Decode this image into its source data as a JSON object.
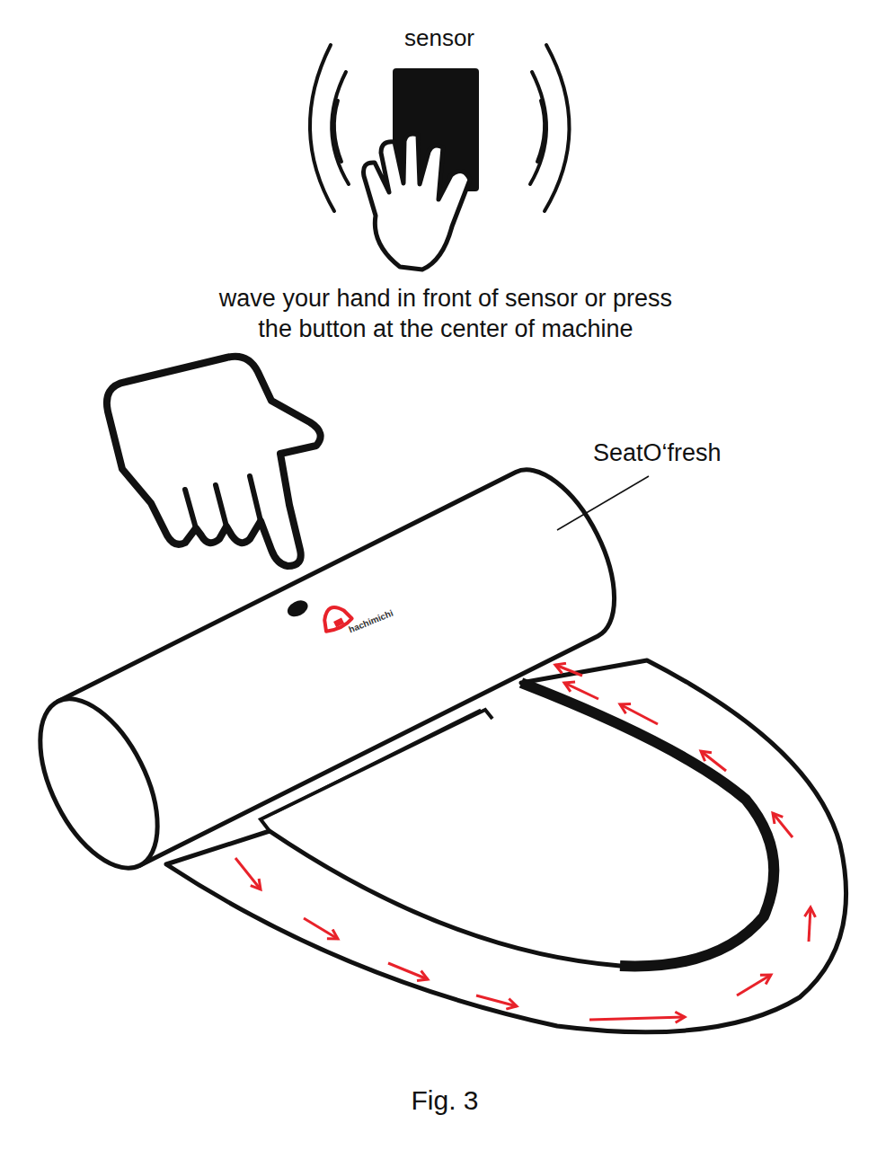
{
  "diagram": {
    "caption": "Fig. 3",
    "labels": [
      "sensor",
      "wave your hand in front of sensor or press the button at the center of machine",
      "SeatO‘fresh",
      "hachimichi"
    ]
  }
}
